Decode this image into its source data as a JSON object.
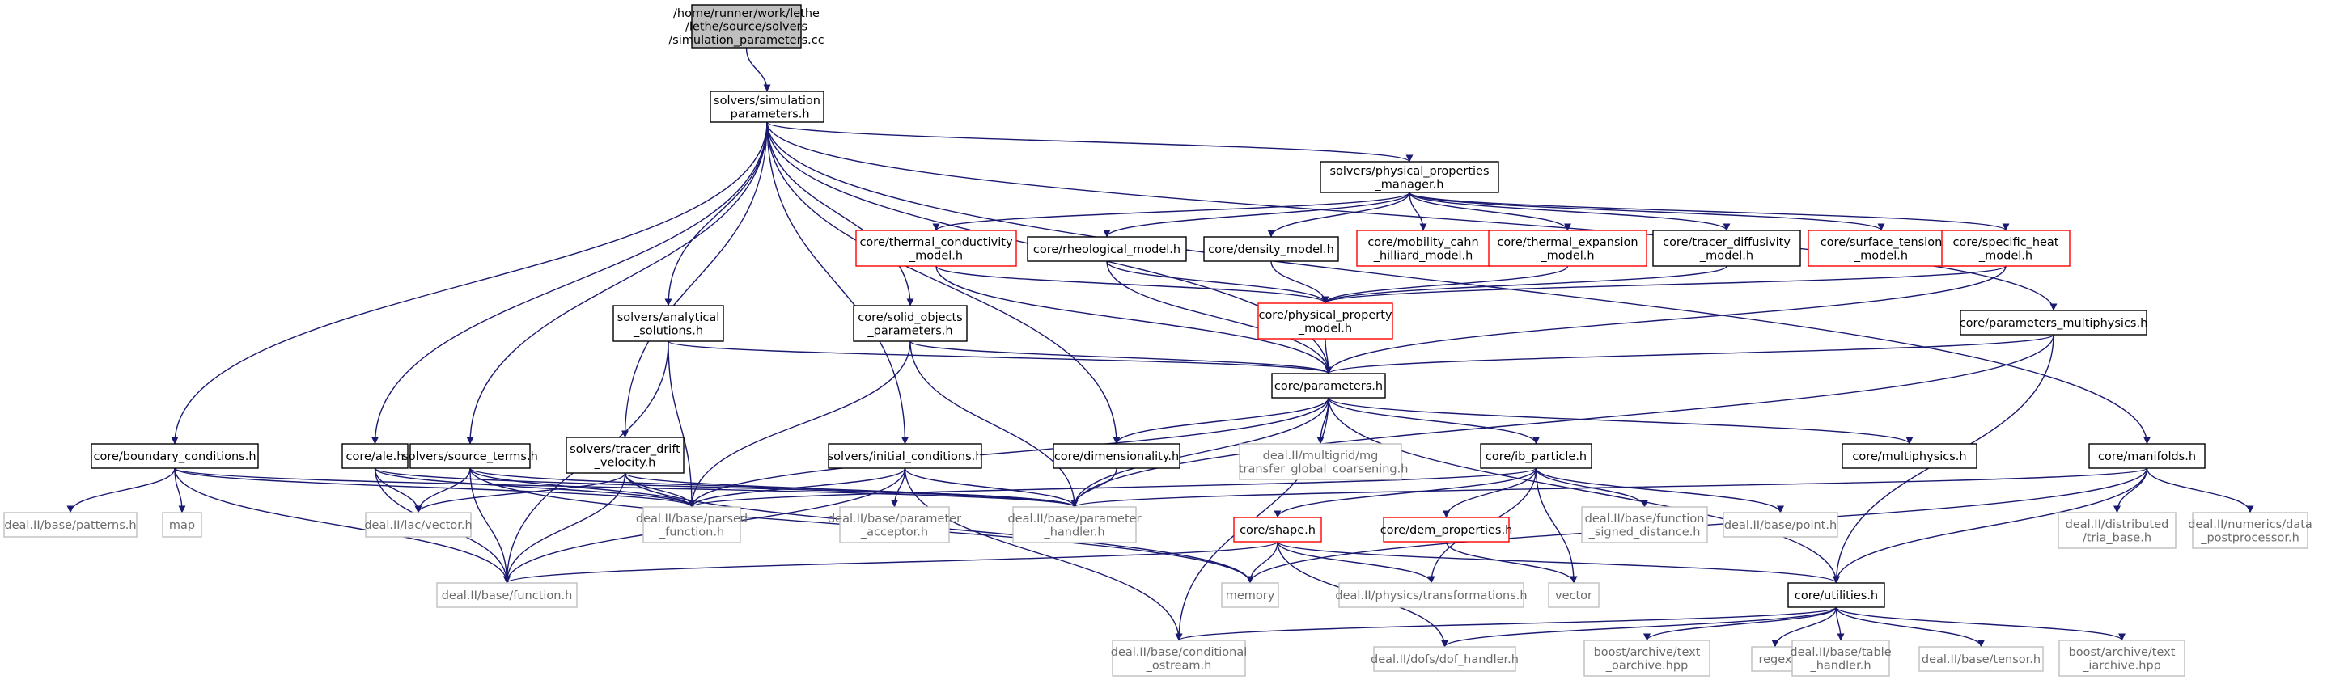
{
  "colors": {
    "edge": "#191970",
    "root_fill": "#bfbfbf",
    "border_local": "#000000",
    "border_incomplete": "#ff0000",
    "border_external": "#bfbfbf",
    "text_local": "#000000",
    "text_external": "#6b6b6b"
  },
  "nodes": [
    {
      "id": "root",
      "lines": [
        "/home/runner/work/lethe",
        "/lethe/source/solvers",
        "/simulation_parameters.cc"
      ],
      "kind": "root"
    },
    {
      "id": "sim",
      "lines": [
        "solvers/simulation",
        "_parameters.h"
      ],
      "kind": "local"
    },
    {
      "id": "ppm",
      "lines": [
        "solvers/physical_properties",
        "_manager.h"
      ],
      "kind": "local"
    },
    {
      "id": "tcm",
      "lines": [
        "core/thermal_conductivity",
        "_model.h"
      ],
      "kind": "incomplete"
    },
    {
      "id": "rheo",
      "lines": [
        "core/rheological_model.h"
      ],
      "kind": "local"
    },
    {
      "id": "dens",
      "lines": [
        "core/density_model.h"
      ],
      "kind": "local"
    },
    {
      "id": "mob",
      "lines": [
        "core/mobility_cahn",
        "_hilliard_model.h"
      ],
      "kind": "incomplete"
    },
    {
      "id": "texp",
      "lines": [
        "core/thermal_expansion",
        "_model.h"
      ],
      "kind": "incomplete"
    },
    {
      "id": "tdif",
      "lines": [
        "core/tracer_diffusivity",
        "_model.h"
      ],
      "kind": "local"
    },
    {
      "id": "surf",
      "lines": [
        "core/surface_tension",
        "_model.h"
      ],
      "kind": "incomplete"
    },
    {
      "id": "sheat",
      "lines": [
        "core/specific_heat",
        "_model.h"
      ],
      "kind": "incomplete"
    },
    {
      "id": "ppmod",
      "lines": [
        "core/physical_property",
        "_model.h"
      ],
      "kind": "incomplete"
    },
    {
      "id": "anal",
      "lines": [
        "solvers/analytical",
        "_solutions.h"
      ],
      "kind": "local"
    },
    {
      "id": "solid",
      "lines": [
        "core/solid_objects",
        "_parameters.h"
      ],
      "kind": "local"
    },
    {
      "id": "pmulti",
      "lines": [
        "core/parameters_multiphysics.h"
      ],
      "kind": "local"
    },
    {
      "id": "params",
      "lines": [
        "core/parameters.h"
      ],
      "kind": "local"
    },
    {
      "id": "bc",
      "lines": [
        "core/boundary_conditions.h"
      ],
      "kind": "local"
    },
    {
      "id": "ale",
      "lines": [
        "core/ale.h"
      ],
      "kind": "local"
    },
    {
      "id": "src",
      "lines": [
        "solvers/source_terms.h"
      ],
      "kind": "local"
    },
    {
      "id": "tdv",
      "lines": [
        "solvers/tracer_drift",
        "_velocity.h"
      ],
      "kind": "local"
    },
    {
      "id": "ic",
      "lines": [
        "solvers/initial_conditions.h"
      ],
      "kind": "local"
    },
    {
      "id": "dim",
      "lines": [
        "core/dimensionality.h"
      ],
      "kind": "local"
    },
    {
      "id": "mg",
      "lines": [
        "deal.II/multigrid/mg",
        "_transfer_global_coarsening.h"
      ],
      "kind": "external"
    },
    {
      "id": "ibp",
      "lines": [
        "core/ib_particle.h"
      ],
      "kind": "local"
    },
    {
      "id": "mp",
      "lines": [
        "core/multiphysics.h"
      ],
      "kind": "local"
    },
    {
      "id": "manif",
      "lines": [
        "core/manifolds.h"
      ],
      "kind": "local"
    },
    {
      "id": "patterns",
      "lines": [
        "deal.II/base/patterns.h"
      ],
      "kind": "external"
    },
    {
      "id": "map",
      "lines": [
        "map"
      ],
      "kind": "external"
    },
    {
      "id": "vec",
      "lines": [
        "deal.II/lac/vector.h"
      ],
      "kind": "external"
    },
    {
      "id": "pfunc",
      "lines": [
        "deal.II/base/parsed",
        "_function.h"
      ],
      "kind": "external"
    },
    {
      "id": "pacc",
      "lines": [
        "deal.II/base/parameter",
        "_acceptor.h"
      ],
      "kind": "external"
    },
    {
      "id": "phand",
      "lines": [
        "deal.II/base/parameter",
        "_handler.h"
      ],
      "kind": "external"
    },
    {
      "id": "shape",
      "lines": [
        "core/shape.h"
      ],
      "kind": "incomplete"
    },
    {
      "id": "dem",
      "lines": [
        "core/dem_properties.h"
      ],
      "kind": "incomplete"
    },
    {
      "id": "fsd",
      "lines": [
        "deal.II/base/function",
        "_signed_distance.h"
      ],
      "kind": "external"
    },
    {
      "id": "point",
      "lines": [
        "deal.II/base/point.h"
      ],
      "kind": "external"
    },
    {
      "id": "tria",
      "lines": [
        "deal.II/distributed",
        "/tria_base.h"
      ],
      "kind": "external"
    },
    {
      "id": "dpp",
      "lines": [
        "deal.II/numerics/data",
        "_postprocessor.h"
      ],
      "kind": "external"
    },
    {
      "id": "func",
      "lines": [
        "deal.II/base/function.h"
      ],
      "kind": "external"
    },
    {
      "id": "memory",
      "lines": [
        "memory"
      ],
      "kind": "external"
    },
    {
      "id": "phys",
      "lines": [
        "deal.II/physics/transformations.h"
      ],
      "kind": "external"
    },
    {
      "id": "vector",
      "lines": [
        "vector"
      ],
      "kind": "external"
    },
    {
      "id": "util",
      "lines": [
        "core/utilities.h"
      ],
      "kind": "local"
    },
    {
      "id": "cond",
      "lines": [
        "deal.II/base/conditional",
        "_ostream.h"
      ],
      "kind": "external"
    },
    {
      "id": "dof",
      "lines": [
        "deal.II/dofs/dof_handler.h"
      ],
      "kind": "external"
    },
    {
      "id": "toa",
      "lines": [
        "boost/archive/text",
        "_oarchive.hpp"
      ],
      "kind": "external"
    },
    {
      "id": "regex",
      "lines": [
        "regex"
      ],
      "kind": "external"
    },
    {
      "id": "table",
      "lines": [
        "deal.II/base/table",
        "_handler.h"
      ],
      "kind": "external"
    },
    {
      "id": "tensor",
      "lines": [
        "deal.II/base/tensor.h"
      ],
      "kind": "external"
    },
    {
      "id": "tia",
      "lines": [
        "boost/archive/text",
        "_iarchive.hpp"
      ],
      "kind": "external"
    }
  ],
  "edges": [
    [
      "root",
      "sim"
    ],
    [
      "sim",
      "ppm"
    ],
    [
      "sim",
      "bc"
    ],
    [
      "sim",
      "ale"
    ],
    [
      "sim",
      "src"
    ],
    [
      "sim",
      "anal"
    ],
    [
      "sim",
      "tdv"
    ],
    [
      "sim",
      "solid"
    ],
    [
      "sim",
      "ic"
    ],
    [
      "sim",
      "dim"
    ],
    [
      "sim",
      "params"
    ],
    [
      "sim",
      "pmulti"
    ],
    [
      "sim",
      "manif"
    ],
    [
      "ppm",
      "tcm"
    ],
    [
      "ppm",
      "rheo"
    ],
    [
      "ppm",
      "dens"
    ],
    [
      "ppm",
      "mob"
    ],
    [
      "ppm",
      "texp"
    ],
    [
      "ppm",
      "tdif"
    ],
    [
      "ppm",
      "surf"
    ],
    [
      "ppm",
      "sheat"
    ],
    [
      "tcm",
      "ppmod"
    ],
    [
      "tcm",
      "params"
    ],
    [
      "rheo",
      "ppmod"
    ],
    [
      "rheo",
      "params"
    ],
    [
      "dens",
      "ppmod"
    ],
    [
      "texp",
      "ppmod"
    ],
    [
      "tdif",
      "ppmod"
    ],
    [
      "sheat",
      "ppmod"
    ],
    [
      "sheat",
      "params"
    ],
    [
      "ppmod",
      "params"
    ],
    [
      "anal",
      "params"
    ],
    [
      "anal",
      "pfunc"
    ],
    [
      "anal",
      "func"
    ],
    [
      "solid",
      "params"
    ],
    [
      "solid",
      "pfunc"
    ],
    [
      "solid",
      "phand"
    ],
    [
      "pmulti",
      "params"
    ],
    [
      "pmulti",
      "phand"
    ],
    [
      "pmulti",
      "util"
    ],
    [
      "params",
      "dim"
    ],
    [
      "params",
      "mg"
    ],
    [
      "params",
      "ibp"
    ],
    [
      "params",
      "mp"
    ],
    [
      "params",
      "util"
    ],
    [
      "params",
      "pfunc"
    ],
    [
      "params",
      "phand"
    ],
    [
      "params",
      "cond"
    ],
    [
      "bc",
      "patterns"
    ],
    [
      "bc",
      "map"
    ],
    [
      "bc",
      "func"
    ],
    [
      "bc",
      "pfunc"
    ],
    [
      "bc",
      "phand"
    ],
    [
      "ale",
      "vec"
    ],
    [
      "ale",
      "pfunc"
    ],
    [
      "ale",
      "func"
    ],
    [
      "ale",
      "phand"
    ],
    [
      "src",
      "vec"
    ],
    [
      "src",
      "pfunc"
    ],
    [
      "src",
      "func"
    ],
    [
      "src",
      "memory"
    ],
    [
      "src",
      "phand"
    ],
    [
      "tdv",
      "pfunc"
    ],
    [
      "tdv",
      "func"
    ],
    [
      "tdv",
      "memory"
    ],
    [
      "tdv",
      "vec"
    ],
    [
      "tdv",
      "phand"
    ],
    [
      "ic",
      "pfunc"
    ],
    [
      "ic",
      "pacc"
    ],
    [
      "ic",
      "phand"
    ],
    [
      "ic",
      "cond"
    ],
    [
      "ic",
      "func"
    ],
    [
      "dim",
      "phand"
    ],
    [
      "ibp",
      "shape"
    ],
    [
      "ibp",
      "dem"
    ],
    [
      "ibp",
      "fsd"
    ],
    [
      "ibp",
      "point"
    ],
    [
      "ibp",
      "vector"
    ],
    [
      "ibp",
      "phys"
    ],
    [
      "ibp",
      "pfunc"
    ],
    [
      "manif",
      "tria"
    ],
    [
      "manif",
      "dpp"
    ],
    [
      "manif",
      "phand"
    ],
    [
      "manif",
      "memory"
    ],
    [
      "manif",
      "util"
    ],
    [
      "shape",
      "func"
    ],
    [
      "shape",
      "memory"
    ],
    [
      "shape",
      "phys"
    ],
    [
      "shape",
      "dof"
    ],
    [
      "shape",
      "util"
    ],
    [
      "dem",
      "vector"
    ],
    [
      "util",
      "cond"
    ],
    [
      "util",
      "dof"
    ],
    [
      "util",
      "toa"
    ],
    [
      "util",
      "regex"
    ],
    [
      "util",
      "table"
    ],
    [
      "util",
      "tensor"
    ],
    [
      "util",
      "tia"
    ]
  ]
}
